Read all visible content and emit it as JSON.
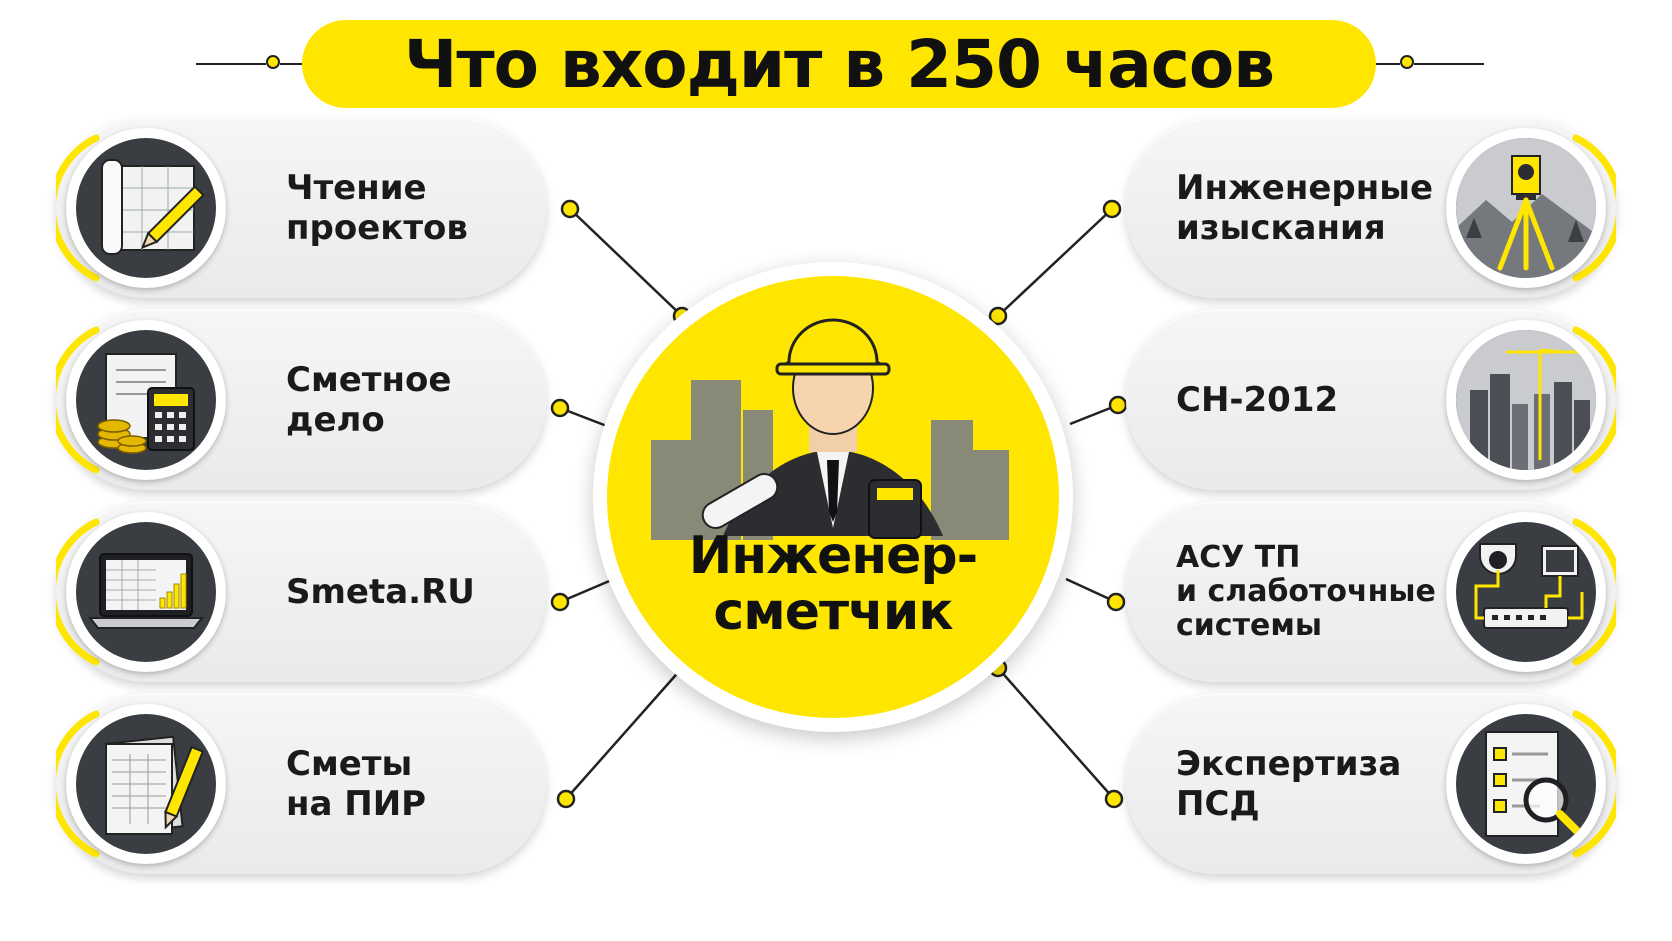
{
  "title": "Что входит в 250 часов",
  "center": {
    "line1": "Инженер-",
    "line2": "сметчик",
    "icon": "engineer-icon"
  },
  "left_items": [
    {
      "line1": "Чтение",
      "line2": "проектов",
      "icon": "blueprint-pencil-icon"
    },
    {
      "line1": "Сметное",
      "line2": "дело",
      "icon": "calculator-coins-icon"
    },
    {
      "line1": "Smeta.RU",
      "line2": "",
      "icon": "laptop-chart-icon"
    },
    {
      "line1": "Сметы",
      "line2": "на ПИР",
      "icon": "document-pencil-icon"
    }
  ],
  "right_items": [
    {
      "line1": "Инженерные",
      "line2": "изыскания",
      "line3": "",
      "icon": "theodolite-icon"
    },
    {
      "line1": "СН-2012",
      "line2": "",
      "line3": "",
      "icon": "city-crane-icon"
    },
    {
      "line1": "АСУ ТП",
      "line2": "и слаботочные",
      "line3": "системы",
      "icon": "camera-network-icon"
    },
    {
      "line1": "Экспертиза",
      "line2": "ПСД",
      "line3": "",
      "icon": "checklist-magnifier-icon"
    }
  ],
  "colors": {
    "accent": "#ffe600",
    "dark": "#3a3d42",
    "text": "#111111"
  }
}
